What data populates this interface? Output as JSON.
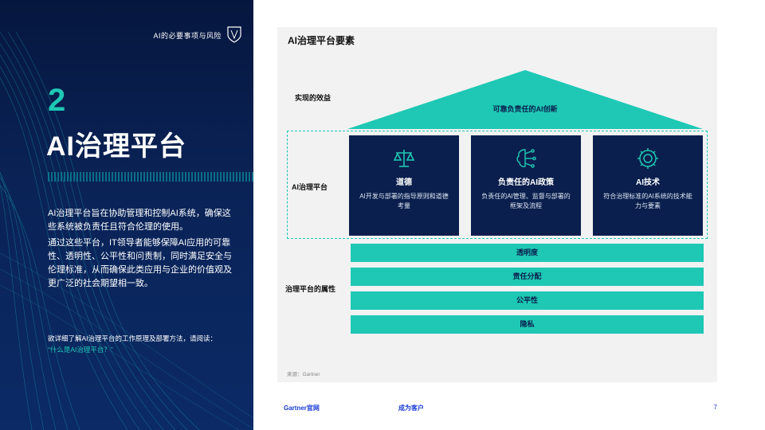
{
  "left": {
    "header_title": "AI的必要事项与风险",
    "section_number": "2",
    "section_title": "AI治理平台",
    "paragraph1": "AI治理平台旨在协助管理和控制AI系统，确保这些系统被负责任且符合伦理的使用。",
    "paragraph2": "通过这些平台，IT领导者能够保障AI应用的可靠性、透明性、公平性和问责制，同时满足安全与伦理标准，从而确保此类应用与企业的价值观及更广泛的社会期望相一致。",
    "cta_text": "欲详细了解AI治理平台的工作原理及部署方法，请阅读：",
    "cta_link": "“什么是AI治理平台？”"
  },
  "diagram": {
    "title": "AI治理平台要素",
    "roof_label": "实现的效益",
    "roof_text": "可靠负责任的AI创新",
    "platform_label": "AI治理平台",
    "pillars": [
      {
        "title": "道德",
        "desc": "AI开发与部署的指导原则和道德考量",
        "icon": "scale-icon"
      },
      {
        "title": "负责任的AI政策",
        "desc": "负责任的AI管理、监督与部署的框架及流程",
        "icon": "brain-network-icon"
      },
      {
        "title": "AI技术",
        "desc": "符合治理标准的AI系统的技术能力与要素",
        "icon": "gear-circuit-icon"
      }
    ],
    "attributes_label": "治理平台的属性",
    "attributes": [
      "透明度",
      "责任分配",
      "公平性",
      "隐私"
    ],
    "source": "来源：Gartner"
  },
  "footer": {
    "link1": "Gartner官网",
    "link2": "成为客户",
    "page": "7"
  },
  "colors": {
    "navy": "#0a1f4d",
    "teal": "#1ec8b4",
    "link": "#1a3bd6"
  }
}
